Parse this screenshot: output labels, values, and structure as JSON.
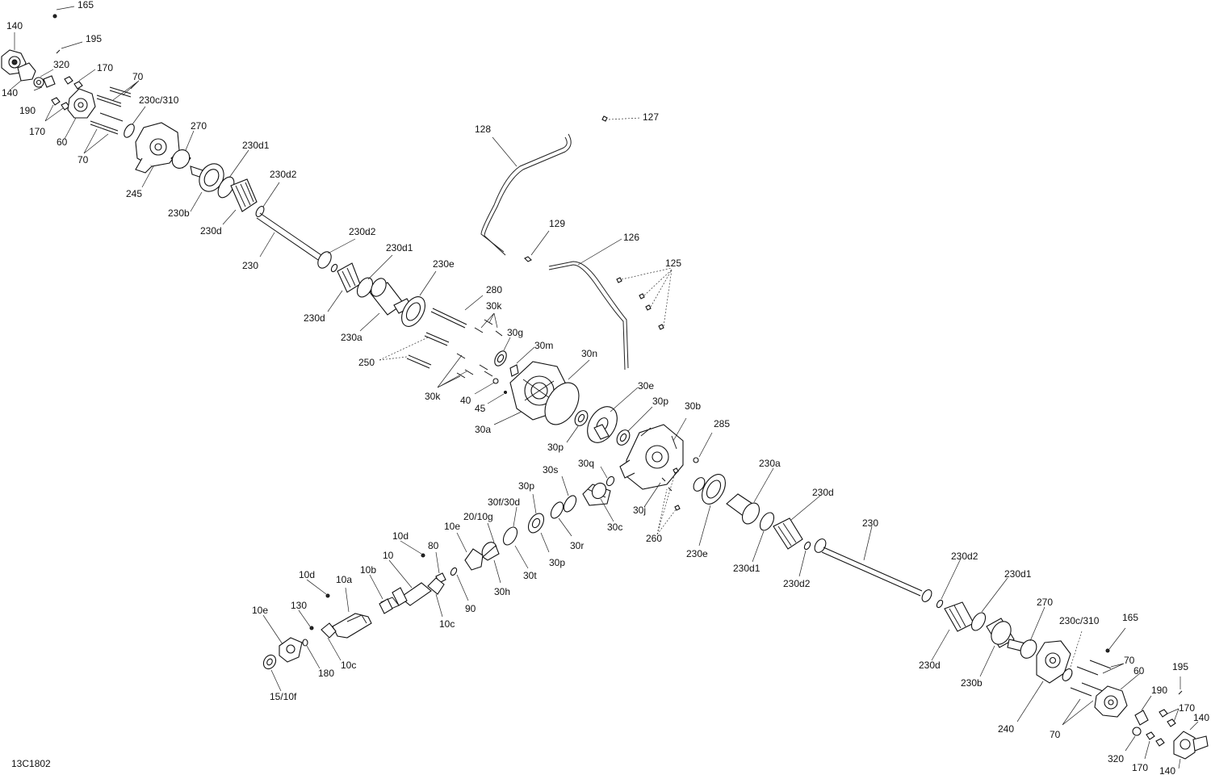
{
  "diagram_id": "13C1802",
  "labels": {
    "l165a": "165",
    "l140a": "140",
    "l195a": "195",
    "l320a": "320",
    "l170a": "170",
    "l140b": "140",
    "l190a": "190",
    "l70a": "70",
    "l230c310a": "230c/310",
    "l170b": "170",
    "l60a": "60",
    "l70b": "70",
    "l270a": "270",
    "l245": "245",
    "l230d1a": "230d1",
    "l230d2a": "230d2",
    "l230ba": "230b",
    "l230da": "230d",
    "l230a": "230",
    "l230d2b": "230d2",
    "l230d1b": "230d1",
    "l230ea": "230e",
    "l280": "280",
    "l30ka": "30k",
    "l230db": "230d",
    "l230aa": "230a",
    "l30g": "30g",
    "l250": "250",
    "l30m": "30m",
    "l30n": "30n",
    "l30kb": "30k",
    "l40": "40",
    "l45": "45",
    "l30a": "30a",
    "l128": "128",
    "l127": "127",
    "l129": "129",
    "l126": "126",
    "l125": "125",
    "l30e": "30e",
    "l30pa": "30p",
    "l30b": "30b",
    "l285": "285",
    "l30pb": "30p",
    "l30q": "30q",
    "l30s": "30s",
    "l30pc": "30p",
    "l30f30d": "30f/30d",
    "l20_10g": "20/10g",
    "l30j": "30j",
    "l30c": "30c",
    "l260": "260",
    "l30r": "30r",
    "l30pd": "30p",
    "l30t": "30t",
    "l30h": "30h",
    "l10ea": "10e",
    "l10da": "10d",
    "l80": "80",
    "l10": "10",
    "l90": "90",
    "l10c_a": "10c",
    "l10db": "10d",
    "l10a": "10a",
    "l10b": "10b",
    "l10eb": "10e",
    "l130": "130",
    "l180": "180",
    "l10c_b": "10c",
    "l15_10f": "15/10f",
    "l230ab": "230a",
    "l230dc": "230d",
    "l230eb": "230e",
    "l230d1c": "230d1",
    "l230d2c": "230d2",
    "l230b2": "230",
    "l230d2d": "230d2",
    "l230d1d": "230d1",
    "l230dd": "230d",
    "l230bb": "230b",
    "l270b": "270",
    "l240": "240",
    "l230c310b": "230c/310",
    "l165b": "165",
    "l70c": "70",
    "l70d": "70",
    "l60b": "60",
    "l195b": "195",
    "l190b": "190",
    "l170c": "170",
    "l320b": "320",
    "l170d": "170",
    "l140c": "140",
    "l140d": "140"
  }
}
